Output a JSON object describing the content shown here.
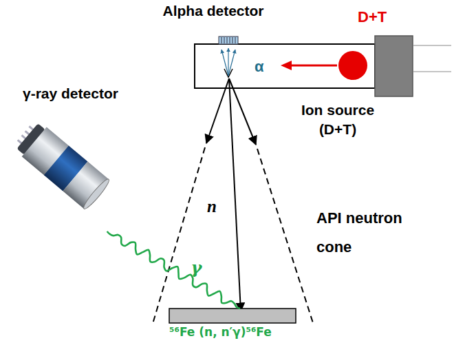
{
  "diagram": {
    "nodes": [
      {
        "text": [
          "Alpha detector"
        ]
      },
      {
        "text": [
          "γ-ray detector"
        ]
      },
      {
        "text": [
          "⁵⁶Fe (n, n′γ)⁵⁶Fe"
        ]
      }
    ],
    "edges": [
      {
        "from": 1,
        "to": 2,
        "arrow": "none",
        "label": "γ"
      }
    ],
    "labels": [
      "D+T",
      "α",
      "Ion source (D+T)",
      "n",
      "API neutron cone"
    ]
  }
}
